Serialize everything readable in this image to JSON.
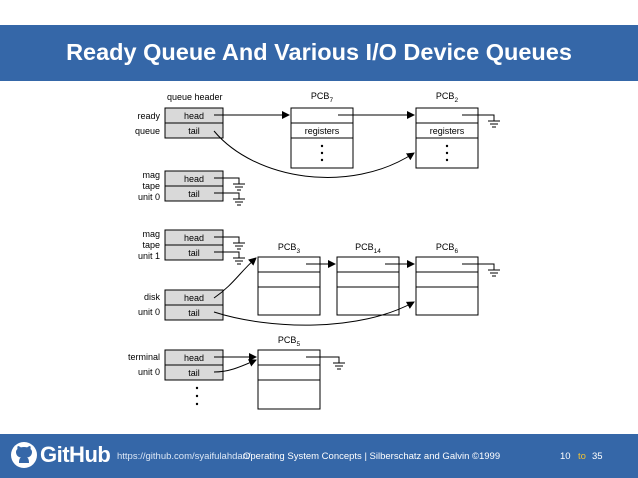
{
  "slide": {
    "title": "Ready Queue And Various I/O Device Queues"
  },
  "diagram": {
    "queue_header_label": "queue header",
    "ready_label": [
      "ready",
      "queue"
    ],
    "mag0_label": [
      "mag",
      "tape",
      "unit 0"
    ],
    "mag1_label": [
      "mag",
      "tape",
      "unit 1"
    ],
    "disk_label": [
      "disk",
      "unit 0"
    ],
    "terminal_label": [
      "terminal",
      "unit 0"
    ],
    "head": "head",
    "tail": "tail",
    "registers": "registers",
    "pcb_prefix": "PCB",
    "pcbs": [
      {
        "sub": "7"
      },
      {
        "sub": "2"
      },
      {
        "sub": "3"
      },
      {
        "sub": "14"
      },
      {
        "sub": "6"
      },
      {
        "sub": "5"
      }
    ]
  },
  "footer": {
    "brand": "GitHub",
    "url": "https://github.com/syaifulahdan/",
    "course": "Operating System Concepts | Silberschatz and Galvin ©1999",
    "page": "10",
    "to": "to",
    "total": "35"
  },
  "colors": {
    "header_blue": "#3567a8",
    "cell_gray": "#d9d9d9",
    "accent_yellow": "#f1c232"
  }
}
